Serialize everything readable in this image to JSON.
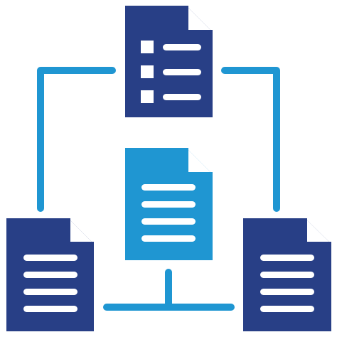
{
  "icon": {
    "name": "document-network-icon",
    "colors": {
      "dark": "#283F86",
      "light": "#1F96D2",
      "paper_fold": "#ffffff",
      "lines": "#ffffff"
    },
    "documents": [
      {
        "id": "top-doc",
        "style": "checklist",
        "tone": "dark"
      },
      {
        "id": "center-doc",
        "style": "text-lines",
        "tone": "light"
      },
      {
        "id": "left-doc",
        "style": "text-lines",
        "tone": "dark"
      },
      {
        "id": "right-doc",
        "style": "text-lines",
        "tone": "dark"
      }
    ]
  }
}
